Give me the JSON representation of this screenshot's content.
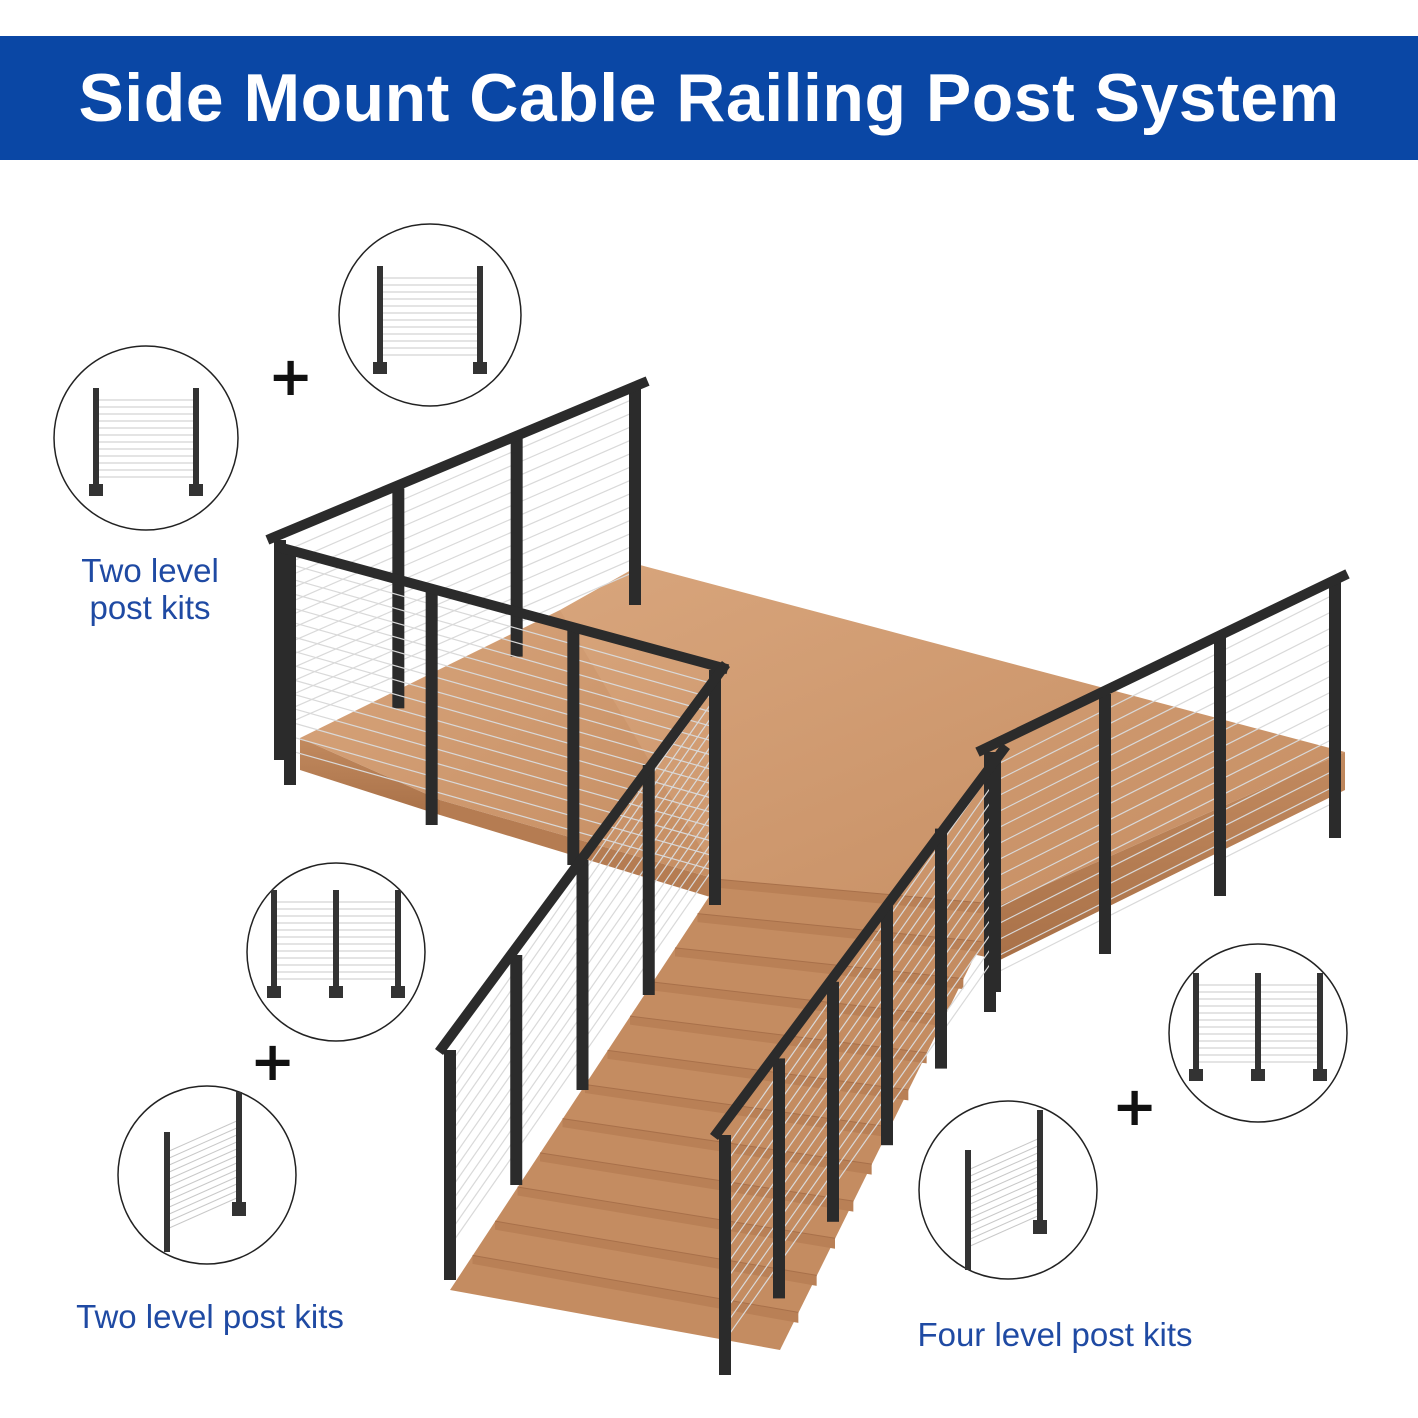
{
  "title": "Side Mount Cable Railing Post System",
  "captions": {
    "top_left": "Two level\npost kits",
    "bottom_left": "Two level post kits",
    "bottom_right": "Four level post kits"
  },
  "plus_sign": "+",
  "colors": {
    "banner": "#0a47a5",
    "caption_text": "#1f4aa3",
    "wood": "#c9946a",
    "wood_dark": "#b07a52",
    "post": "#2b2b2b",
    "cable": "#d9d9d9"
  },
  "icons": [
    "straight-two-post-kit-icon",
    "stair-post-kit-icon",
    "three-post-kit-icon"
  ]
}
